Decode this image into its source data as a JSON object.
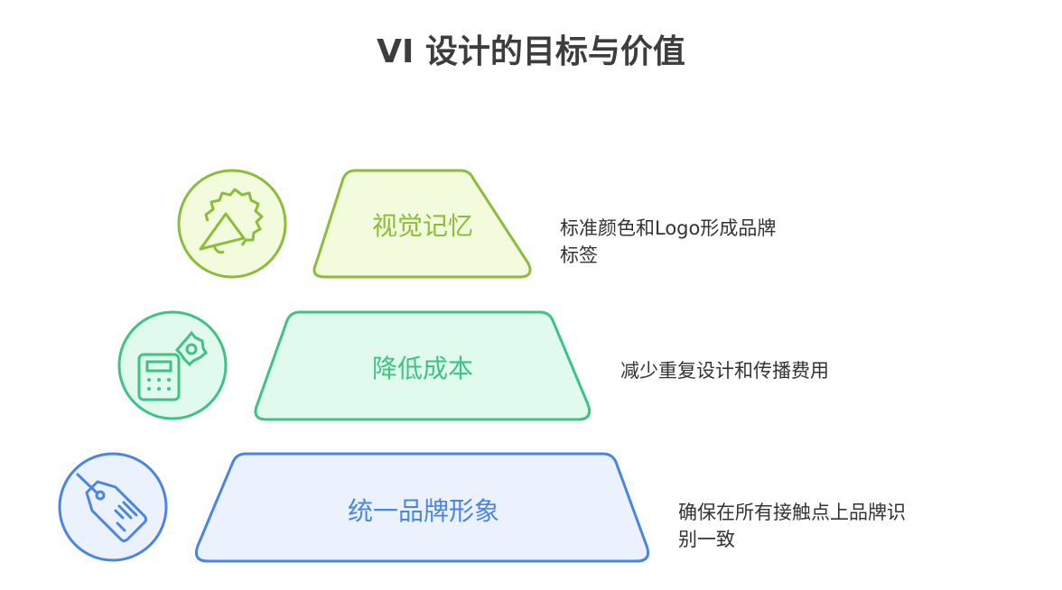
{
  "title": "VI 设计的目标与价值",
  "colors": {
    "level1": "#8cbd3a",
    "level2": "#3dc383",
    "level3": "#4a86e0"
  },
  "levels": [
    {
      "label": "视觉记忆",
      "description": "标准颜色和Logo形成品牌标签",
      "icon": "megaphone-icon"
    },
    {
      "label": "降低成本",
      "description": "减少重复设计和传播费用",
      "icon": "calculator-gear-icon"
    },
    {
      "label": "统一品牌形象",
      "description": "确保在所有接触点上品牌识别一致",
      "icon": "price-tag-icon"
    }
  ]
}
